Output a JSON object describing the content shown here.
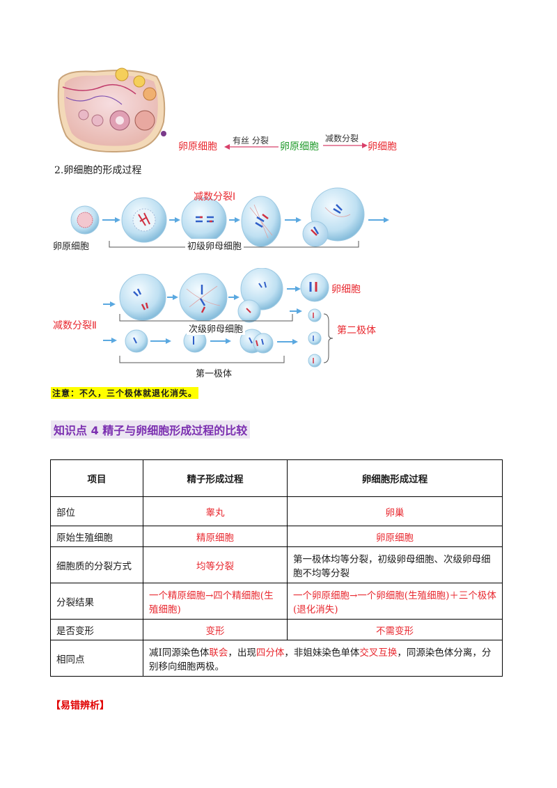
{
  "top_figure": {
    "label_left": "卵原细胞",
    "arrow_left": "有丝 分裂",
    "label_mid": "卵原细胞",
    "arrow_right": "减数分裂",
    "label_right": "卵细胞"
  },
  "heading2": "2.卵细胞的形成过程",
  "diagram1": {
    "stage_label": "减数分裂Ⅰ",
    "cell_label": "卵原细胞",
    "bracket_label": "初级卵母细胞"
  },
  "diagram2": {
    "stage_label": "减数分裂Ⅱ",
    "egg_label": "卵细胞",
    "secondary_label": "次级卵母细胞",
    "polar2_label": "第二极体",
    "polar1_label": "第一极体"
  },
  "note": "注意：不久，三个极体就退化消失。",
  "section_title": "知识点 4   精子与卵细胞形成过程的比较",
  "table": {
    "headers": [
      "项目",
      "精子形成过程",
      "卵细胞形成过程"
    ],
    "rows": {
      "location": [
        "部位",
        "睾丸",
        "卵巢"
      ],
      "origin": [
        "原始生殖细胞",
        "精原细胞",
        "卵原细胞"
      ],
      "cytoplasm": [
        "细胞质的分裂方式",
        "均等分裂",
        "第一极体均等分裂，初级卵母细胞、次级卵母细胞不均等分裂"
      ],
      "result": [
        "分裂结果",
        "一个精原细胞→四个精细胞(生殖细胞)",
        "一个卵原细胞→一个卵细胞(生殖细胞)＋三个极体(退化消失)"
      ],
      "deform": [
        "是否变形",
        "变形",
        "不需变形"
      ],
      "same": {
        "label": "相同点",
        "t1": "减Ⅰ同源染色体",
        "h1": "联会",
        "t2": "，出现",
        "h2": "四分体",
        "t3": "，非姐妹染色单体",
        "h3": "交叉互换",
        "t4": "，同源染色体分离，分别移向细胞两极。"
      }
    }
  },
  "error_title": "【易错辨析】"
}
